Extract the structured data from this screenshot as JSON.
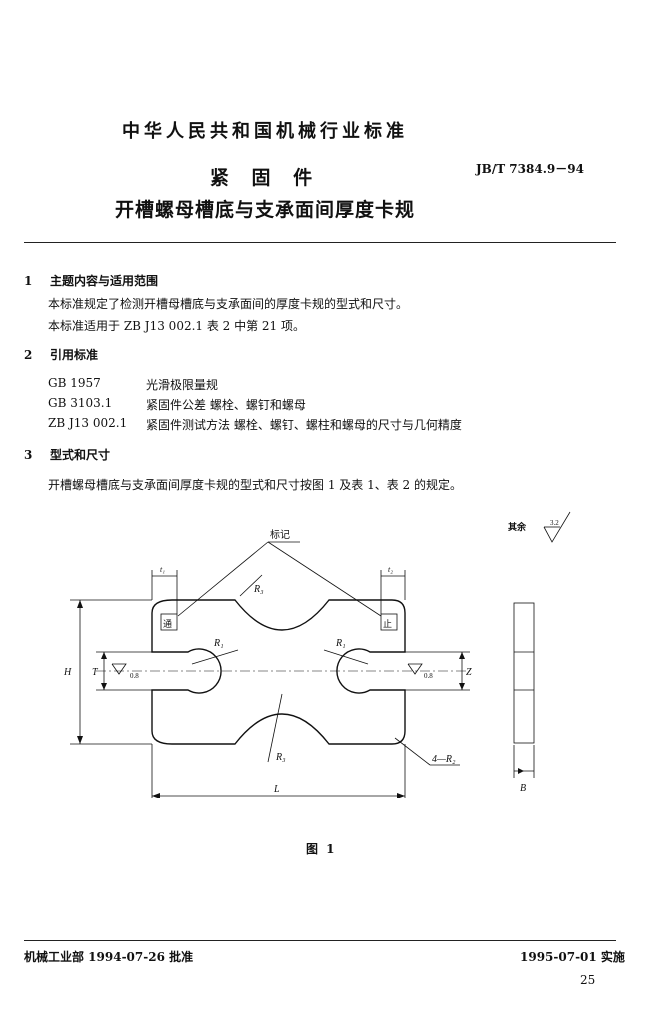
{
  "header": {
    "organization": "中华人民共和国机械行业标准",
    "standard_code": "JB/T 7384.9－94",
    "title_line1": "紧 固 件",
    "title_line2": "开槽螺母槽底与支承面间厚度卡规"
  },
  "sections": [
    {
      "number": "1",
      "heading": "主题内容与适用范围",
      "paragraphs": [
        "本标准规定了检测开槽母槽底与支承面间的厚度卡规的型式和尺寸。",
        "本标准适用于 ZB J13 002.1 表 2 中第 21 项。"
      ]
    },
    {
      "number": "2",
      "heading": "引用标准",
      "references": [
        {
          "code": "GB 1957",
          "name": "光滑极限量规"
        },
        {
          "code": "GB 3103.1",
          "name": "紧固件公差  螺栓、螺钉和螺母"
        },
        {
          "code": "ZB J13 002.1",
          "name": "紧固件测试方法  螺栓、螺钉、螺柱和螺母的尺寸与几何精度"
        }
      ]
    },
    {
      "number": "3",
      "heading": "型式和尺寸",
      "paragraphs": [
        "开槽螺母槽底与支承面间厚度卡规的型式和尺寸按图 1 及表 1、表 2 的规定。"
      ]
    }
  ],
  "figure": {
    "caption": "图 1",
    "labels": {
      "marking": "标记",
      "go": "通",
      "nogo": "止",
      "roughness_rest": "其余",
      "roughness_value": "3.2",
      "roughness_small": "0.8",
      "r3": "R₃",
      "r1": "R₁",
      "corner": "4—R₂",
      "t1": "t₁",
      "t2": "t₂",
      "H": "H",
      "T": "T",
      "Z": "Z",
      "L": "L",
      "B": "B"
    }
  },
  "footer": {
    "approval": "机械工业部 1994-07-26 批准",
    "implementation": "1995-07-01 实施",
    "page_number": "25"
  }
}
